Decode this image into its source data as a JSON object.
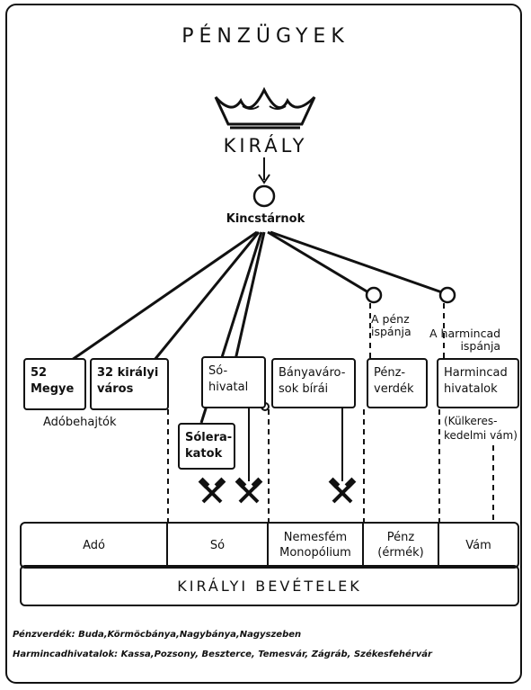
{
  "title": "PÉNZÜGYEK",
  "king": "KIRÁLY",
  "treasurer": "Kincstárnok",
  "officials": {
    "mint_ispan": "A pénz\nispánja",
    "thirtieth_ispan": "A harmincad\nispánja"
  },
  "boxes": {
    "county": "52\nMegye",
    "royal_towns": "32 királyi\nváros",
    "salt_office": "Só-\nhivatal",
    "salt_storage": "Sólera-\nkatok",
    "mining_judges": "Bányaváro-\nsok bírái",
    "mints": "Pénz-\nverdék",
    "thirtieth_offices": "Harmincad\nhivatalok"
  },
  "labels": {
    "tax_collectors": "Adóbehajtók",
    "foreign_trade_duty": "(Külkeres-\nkedelmi vám)"
  },
  "revenue": [
    "Adó",
    "Só",
    "Nemesfém\nMonopólium",
    "Pénz\n(érmék)",
    "Vám"
  ],
  "total": "KIRÁLYI BEVÉTELEK",
  "footnotes": {
    "mints": "Pénzverdék: Buda,Körmöcbánya,Nagybánya,Nagyszeben",
    "thirtieth": "Harmincadhivatalok: Kassa,Pozsony, Beszterce, Temesvár, Zágráb, Székesfehérvár"
  },
  "icons": [
    "crown-icon",
    "crossed-hammers-icon"
  ]
}
